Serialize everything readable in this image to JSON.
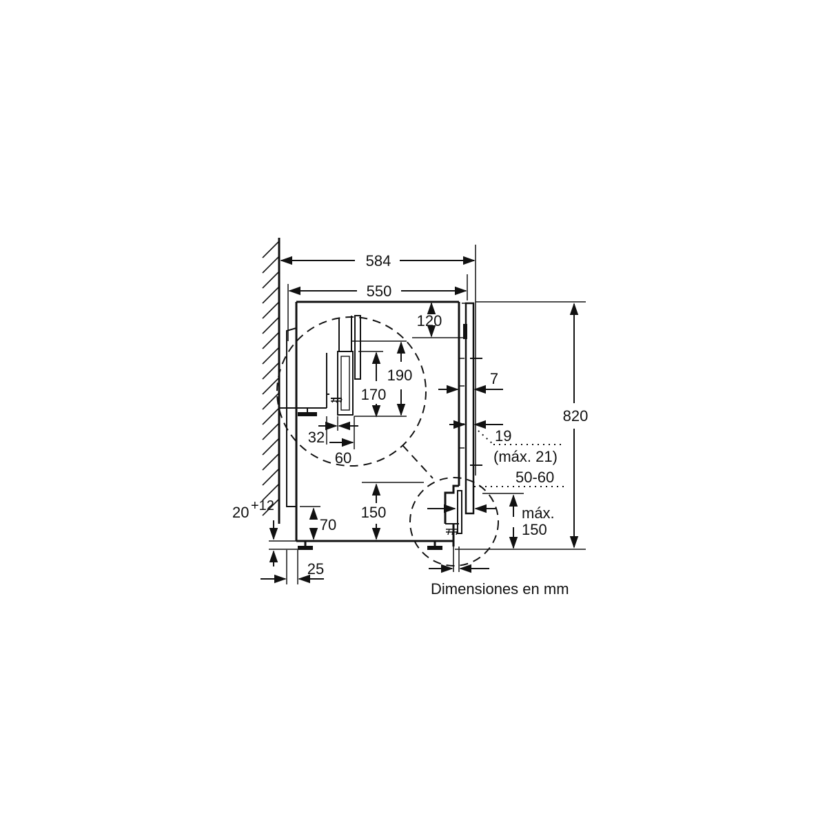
{
  "dimensions": {
    "width_total": "584",
    "width_body": "550",
    "top_gap": "120",
    "inlet_height_max": "190",
    "inlet_height_min": "170",
    "pipe_offset_a": "32",
    "pipe_offset_b": "60",
    "panel_thickness": "7",
    "door_thickness": "19",
    "door_thickness_max": "(máx. 21)",
    "hinge_range": "50-60",
    "plinth_height": "150",
    "max_label": "máx.",
    "max_value": "150",
    "total_height": "820",
    "foot_height": "70",
    "foot_adjust_base": "20",
    "foot_adjust_sup": "+12",
    "foot_offset": "25"
  },
  "caption": "Dimensiones en mm"
}
